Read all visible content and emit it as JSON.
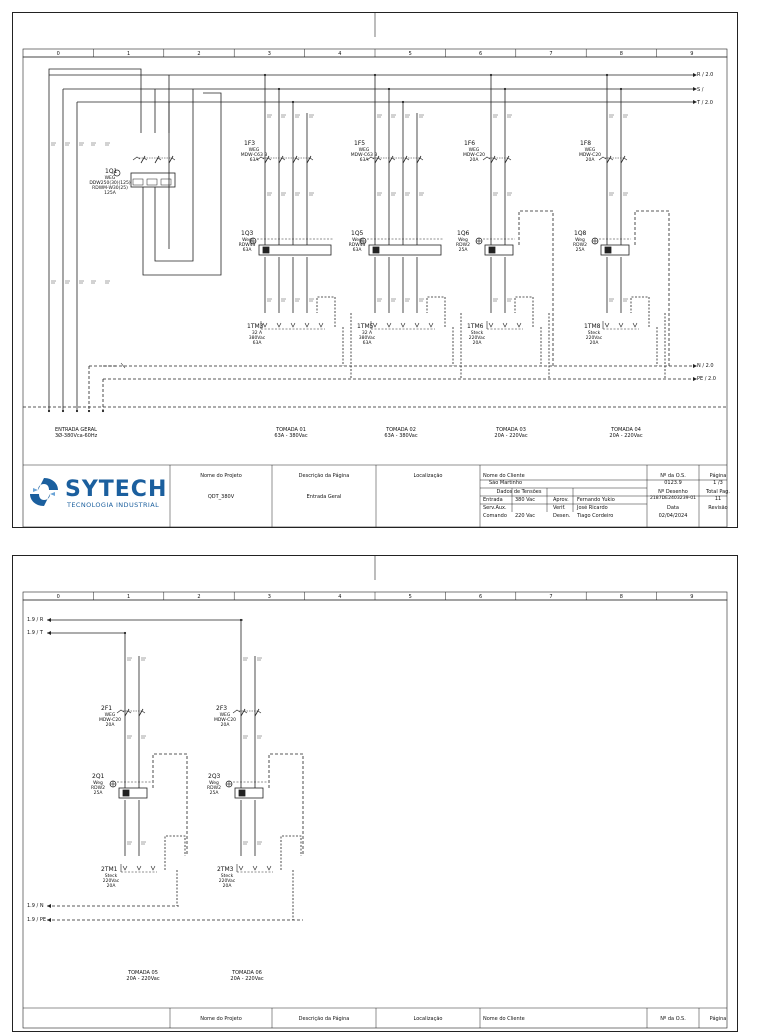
{
  "colors": {
    "line": "#222222",
    "brand": "#1b5f9e",
    "brand_light": "#6aa3d6"
  },
  "columns": [
    "0",
    "1",
    "2",
    "3",
    "4",
    "5",
    "6",
    "7",
    "8",
    "9"
  ],
  "sheet1": {
    "buses": [
      {
        "label": "R / 2.0"
      },
      {
        "label": "S / "
      },
      {
        "label": "T / 2.0"
      },
      {
        "label": "N / 2.0"
      },
      {
        "label": "PE / 2.0"
      }
    ],
    "main_breaker": {
      "tag": "1Q1",
      "lines": [
        "WEG",
        "DDW250(30)(125)",
        "RDWM-W30(25)",
        "125A"
      ]
    },
    "breakers": [
      {
        "tag": "1F3",
        "lines": [
          "WEG",
          "MDW-C63 3",
          "63A"
        ]
      },
      {
        "tag": "1F5",
        "lines": [
          "WEG",
          "MDW-C63 3",
          "63A"
        ]
      },
      {
        "tag": "1F6",
        "lines": [
          "WEG",
          "MDW-C20",
          "20A"
        ]
      },
      {
        "tag": "1F8",
        "lines": [
          "WEG",
          "MDW-C20",
          "20A"
        ]
      }
    ],
    "rcds": [
      {
        "tag": "1Q3",
        "lines": [
          "Weg",
          "RDW4S",
          "63A"
        ]
      },
      {
        "tag": "1Q5",
        "lines": [
          "Weg",
          "RDW4S",
          "63A"
        ]
      },
      {
        "tag": "1Q6",
        "lines": [
          "Weg",
          "RDW2",
          "25A"
        ]
      },
      {
        "tag": "1Q8",
        "lines": [
          "Weg",
          "RDW2",
          "25A"
        ]
      }
    ],
    "sockets": [
      {
        "tag": "1TM3",
        "lines": [
          "32 A",
          "380Vac",
          "63A"
        ]
      },
      {
        "tag": "1TM5",
        "lines": [
          "32 A",
          "380Vac",
          "63A"
        ]
      },
      {
        "tag": "1TM6",
        "lines": [
          "Steck",
          "220Vac",
          "20A"
        ]
      },
      {
        "tag": "1TM8",
        "lines": [
          "Steck",
          "220Vac",
          "20A"
        ]
      }
    ],
    "captions": [
      {
        "title": "ENTRADA GERAL",
        "sub": "3Ø-380Vca-60Hz"
      },
      {
        "title": "TOMADA 01",
        "sub": "63A - 380Vac"
      },
      {
        "title": "TOMADA 02",
        "sub": "63A - 380Vac"
      },
      {
        "title": "TOMADA 03",
        "sub": "20A - 220Vac"
      },
      {
        "title": "TOMADA 04",
        "sub": "20A - 220Vac"
      }
    ],
    "titleblock": {
      "logo_main": "SYTECH",
      "logo_sub": "TECNOLOGIA INDUSTRIAL",
      "h_projeto": "Nome do Projeto",
      "projeto": "QDT_380V",
      "h_descricao": "Descrição da Página",
      "descricao": "Entrada Geral",
      "h_localizacao": "Localização",
      "h_cliente": "Nome do Cliente",
      "cliente": "São Martinho",
      "dados_tensoes": "Dados de Tensões",
      "entrada": "Entrada",
      "entrada_v": "380 Vac",
      "aprov": "Aprov.",
      "aprov_v": "Fernando Yukio",
      "servaux": "Serv.Aux.",
      "servaux_v": "",
      "verif": "Verif.",
      "verif_v": "José Ricardo",
      "comando": "Comando",
      "comando_v": "220 Vac",
      "desen": "Desen.",
      "desen_v": "Tiago Cordeiro",
      "h_os": "Nº da O.S.",
      "os": "0123.9",
      "h_pagina": "Página",
      "pagina": "1 /3",
      "h_desenho": "Nº Desenho",
      "desenho": "2187DE2403239-01",
      "h_totalpag": "Total Pag.",
      "totalpag": "11",
      "h_data": "Data",
      "data": "02/04/2024",
      "h_revisao": "Revisão",
      "revisao": ""
    }
  },
  "sheet2": {
    "bus_refs": [
      {
        "label": "1.9 / R"
      },
      {
        "label": "1.9 / T"
      },
      {
        "label": "1.9 / N"
      },
      {
        "label": "1.9 / PE"
      }
    ],
    "breakers": [
      {
        "tag": "2F1",
        "lines": [
          "WEG",
          "MDW-C20",
          "20A"
        ]
      },
      {
        "tag": "2F3",
        "lines": [
          "WEG",
          "MDW-C20",
          "20A"
        ]
      }
    ],
    "rcds": [
      {
        "tag": "2Q1",
        "lines": [
          "Weg",
          "RDW2",
          "25A"
        ]
      },
      {
        "tag": "2Q3",
        "lines": [
          "Weg",
          "RDW2",
          "25A"
        ]
      }
    ],
    "sockets": [
      {
        "tag": "2TM1",
        "lines": [
          "Steck",
          "220Vac",
          "20A"
        ]
      },
      {
        "tag": "2TM3",
        "lines": [
          "Steck",
          "220Vac",
          "20A"
        ]
      }
    ],
    "captions": [
      {
        "title": "TOMADA 05",
        "sub": "20A - 220Vac"
      },
      {
        "title": "TOMADA 06",
        "sub": "20A - 220Vac"
      }
    ],
    "titleblock": {
      "h_projeto": "Nome do Projeto",
      "h_descricao": "Descrição da Página",
      "h_localizacao": "Localização",
      "h_cliente": "Nome do Cliente",
      "h_os": "Nº da O.S.",
      "h_pagina": "Página"
    }
  }
}
